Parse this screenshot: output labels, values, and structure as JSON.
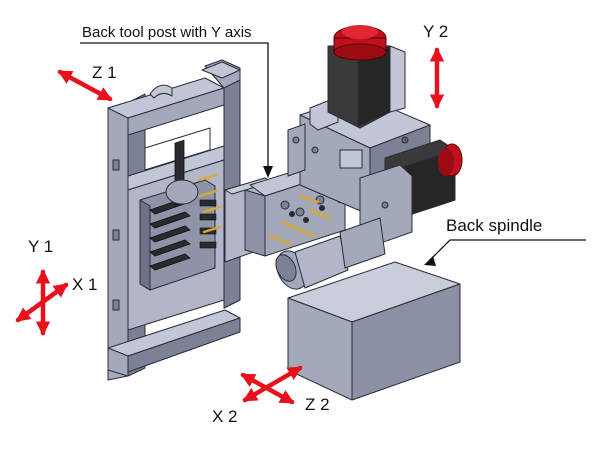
{
  "callouts": {
    "back_tool_post": "Back tool post with Y axis",
    "back_spindle": "Back spindle"
  },
  "axes": {
    "z1": "Z 1",
    "y1": "Y 1",
    "x1": "X 1",
    "y2": "Y 2",
    "x2": "X 2",
    "z2": "Z 2"
  },
  "colors": {
    "arrow": "#e8101a",
    "machine_light": "#c3c6d6",
    "machine_mid": "#a4a8bb",
    "machine_dark": "#7d8196",
    "motor_black": "#3a3a3a",
    "motor_cap_red": "#c0101b",
    "tool_gold": "#d9a930",
    "leader_line": "#111111"
  }
}
